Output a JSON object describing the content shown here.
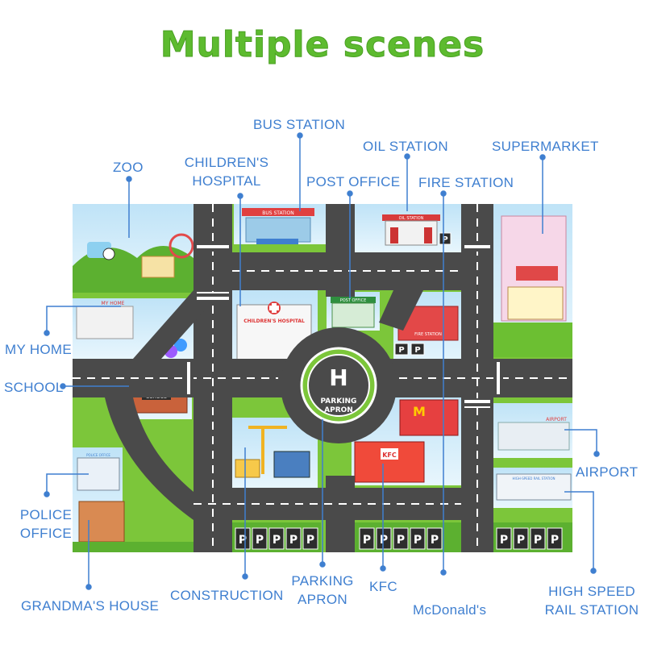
{
  "header": {
    "title": "Multiple scenes"
  },
  "labels": {
    "bus_station": "BUS STATION",
    "oil_station": "OIL STATION",
    "supermarket": "SUPERMARKET",
    "zoo": "ZOO",
    "childrens_hospital_line1": "CHILDREN'S",
    "childrens_hospital_line2": "HOSPITAL",
    "post_office": "POST OFFICE",
    "fire_station": "FIRE STATION",
    "my_home": "MY HOME",
    "school": "SCHOOL",
    "airport": "AIRPORT",
    "police_office_line1": "POLICE",
    "police_office_line2": "OFFICE",
    "grandmas_house": "GRANDMA'S HOUSE",
    "construction": "CONSTRUCTION",
    "parking_apron_line1": "PARKING",
    "parking_apron_line2": "APRON",
    "kfc": "KFC",
    "mcdonalds": "McDonald's",
    "high_speed_line1": "HIGH SPEED",
    "high_speed_line2": "RAIL STATION"
  },
  "mat": {
    "helipad_letter": "H",
    "helipad_line1": "PARKING",
    "helipad_line2": "APRON",
    "parking_letter": "P",
    "signs": {
      "bus_station": "BUS STATION",
      "oil": "OIL STATION",
      "childrens_hospital": "CHILDREN'S HOSPITAL",
      "post_office": "POST OFFICE",
      "fire_station": "FIRE STATION",
      "school": "SCHOOL",
      "my_home": "MY HOME",
      "kfc": "KFC",
      "airport": "AIRPORT",
      "rail": "HIGH-SPEED RAIL STATION",
      "police": "POLICE OFFICE"
    }
  },
  "colors": {
    "title_green": "#5dbb2f",
    "label_blue": "#3f7fd0",
    "road": "#4a4a4a",
    "grass": "#7cc63a",
    "lane_mark": "#ffffff"
  }
}
